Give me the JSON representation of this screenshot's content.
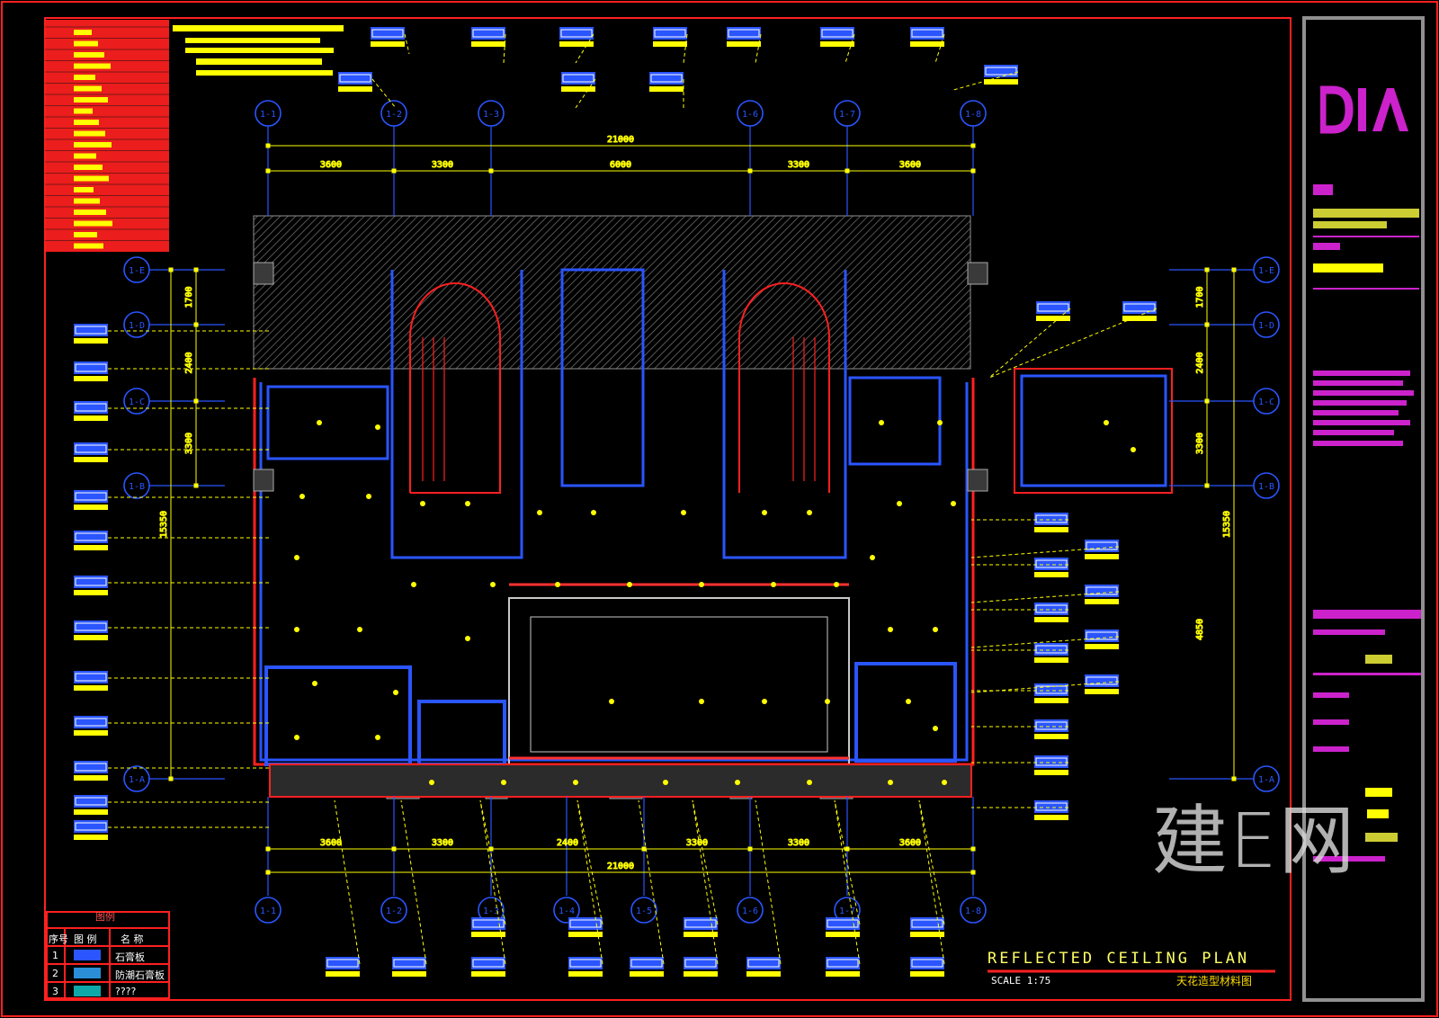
{
  "drawing": {
    "title": "REFLECTED CEILING PLAN",
    "scale": "SCALE 1:75",
    "subtitle_cn": "天花造型材料图",
    "watermark": "建E网",
    "colors": {
      "background": "#000000",
      "frame": "#ff2020",
      "dimension": "#ffff00",
      "wall_blue": "#2a55ff",
      "wall_red": "#ff2020",
      "grid_axis": "#2a55ff",
      "hatch": "#888888",
      "titleblock": "#cc22cc"
    }
  },
  "grid": {
    "top_axes": [
      "1-1",
      "1-2",
      "1-3",
      "1-6",
      "1-7",
      "1-8"
    ],
    "bottom_axes": [
      "1-1",
      "1-2",
      "1-3",
      "1-4",
      "1-5",
      "1-6",
      "1-7",
      "1-8"
    ],
    "left_axes": [
      "1-E",
      "1-D",
      "1-C",
      "1-B",
      "1-A"
    ],
    "right_axes": [
      "1-E",
      "1-D",
      "1-C",
      "1-B",
      "1-A"
    ]
  },
  "dimensions": {
    "top_total": "21000",
    "top_segments": [
      "3600",
      "3300",
      "6000",
      "3300",
      "3600"
    ],
    "bottom_total": "21000",
    "bottom_segments": [
      "3600",
      "3300",
      "2400",
      "3300",
      "3300",
      "3600"
    ],
    "left_total": "15350",
    "left_segments": [
      "1700",
      "2400",
      "3300"
    ],
    "right_total": "15350",
    "right_segments": [
      "1700",
      "2400",
      "3300"
    ],
    "right_sub": "4850"
  },
  "legend": {
    "title": "图例",
    "header_num": "序号",
    "header_sample": "图 例",
    "header_name": "名 称",
    "rows": [
      {
        "num": "1",
        "name": "石膏板",
        "color": "#2a55ff"
      },
      {
        "num": "2",
        "name": "防潮石膏板",
        "color": "#2a8fd6"
      },
      {
        "num": "3",
        "name": "????",
        "color": "#0ea8a8"
      }
    ]
  },
  "titleblock": {
    "logo": "DIA"
  }
}
